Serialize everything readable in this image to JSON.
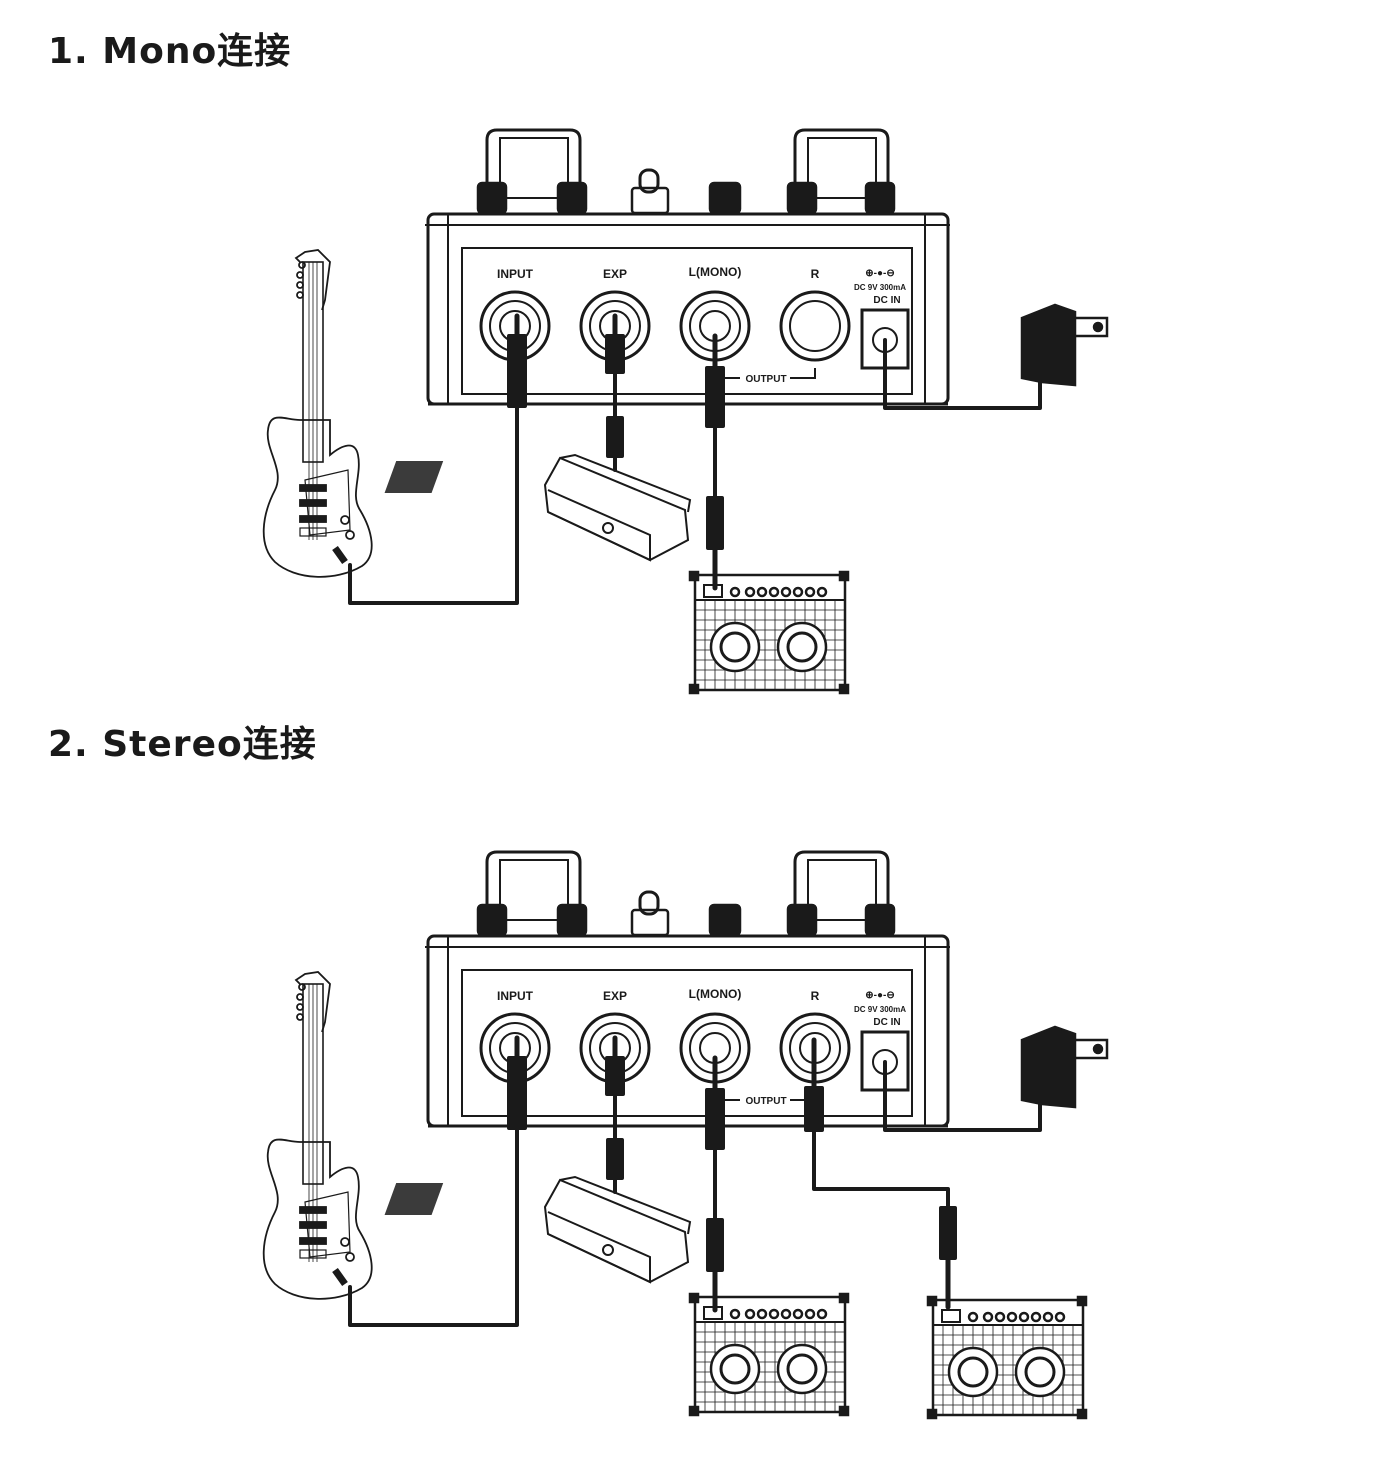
{
  "sections": [
    {
      "title": "1. Mono连接",
      "jacks": {
        "input": "INPUT",
        "exp": "EXP",
        "lmono": "L(MONO)",
        "r": "R"
      },
      "power": {
        "polarity": "⊕-●-⊖",
        "spec": "DC 9V 300mA",
        "label": "DC IN"
      },
      "output_label": "OUTPUT"
    },
    {
      "title": "2. Stereo连接",
      "jacks": {
        "input": "INPUT",
        "exp": "EXP",
        "lmono": "L(MONO)",
        "r": "R"
      },
      "power": {
        "polarity": "⊕-●-⊖",
        "spec": "DC 9V 300mA",
        "label": "DC IN"
      },
      "output_label": "OUTPUT"
    }
  ],
  "colors": {
    "ink": "#1a1a1a",
    "background": "#ffffff"
  }
}
